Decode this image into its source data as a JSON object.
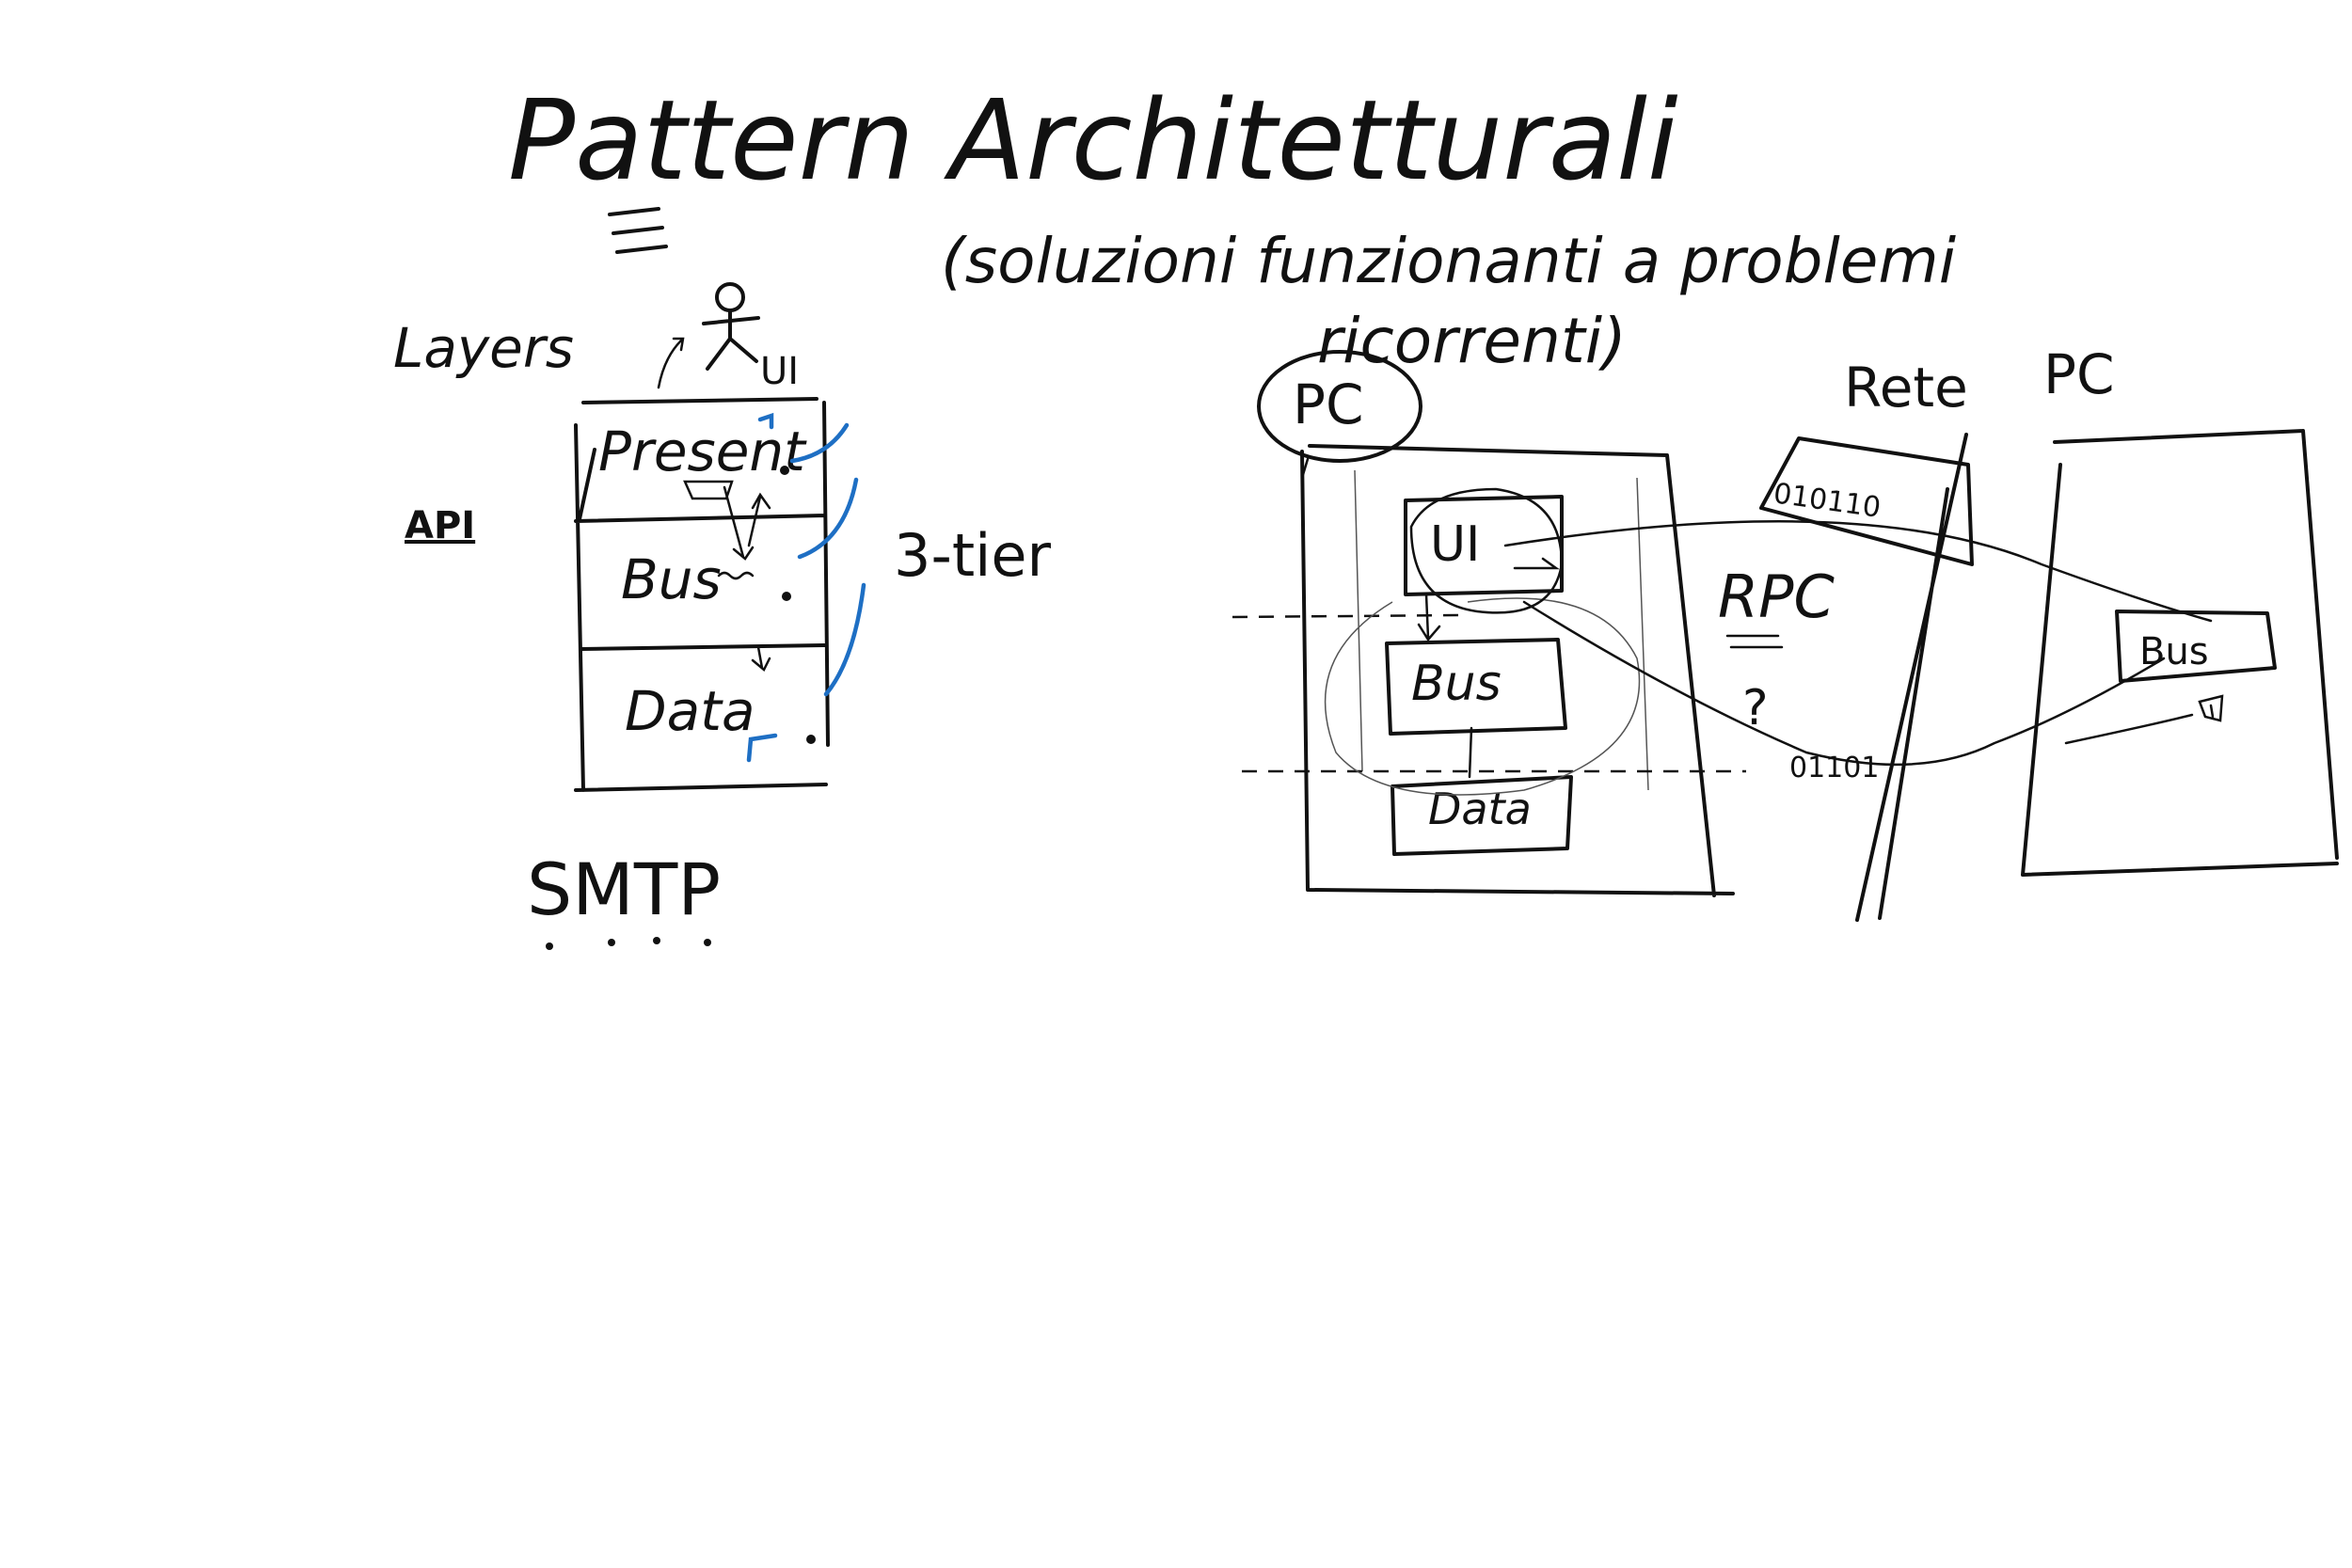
{
  "title": "Pattern Architetturali",
  "subtitle_line1": "(soluzioni funzionanti a problemi",
  "subtitle_line2": "ricorrenti)",
  "layers": {
    "heading": "Layers",
    "actor_label": "UI",
    "api_label": "API",
    "tier_label": "3-tier",
    "stack": [
      "Present",
      "Bus",
      "Data"
    ]
  },
  "smtp_label": "SMTP",
  "network": {
    "left_pc_label": "PC",
    "right_pc_label": "PC",
    "rete_label": "Rete",
    "rpc_label": "RPC",
    "question_mark": "?",
    "bits_top": "010110",
    "bits_bottom": "01101",
    "left_boxes": [
      "UI",
      "Bus",
      "Data"
    ],
    "right_box": "Bus"
  },
  "colors": {
    "ink": "#111111",
    "annotation": "#1e6fc4"
  }
}
